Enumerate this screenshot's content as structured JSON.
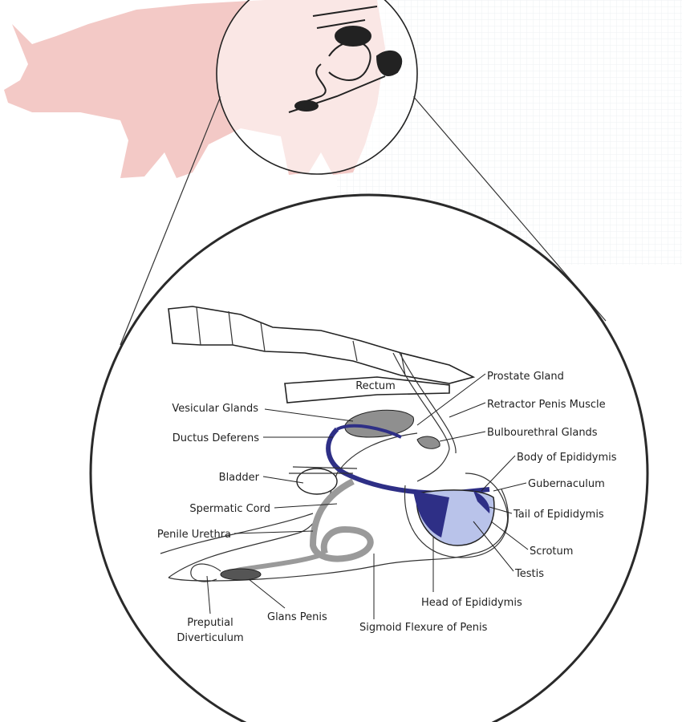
{
  "colors": {
    "pig": "#f3c9c6",
    "duct": "#2e2f86",
    "testis": "#b9c3ea",
    "gland": "#8f8f8f",
    "outline": "#222222"
  },
  "labels": {
    "rectum": "Rectum",
    "prostate_gland": "Prostate Gland",
    "retractor_penis_muscle": "Retractor Penis Muscle",
    "vesicular_glands": "Vesicular Glands",
    "bulbourethral_glands": "Bulbourethral Glands",
    "ductus_deferens": "Ductus Deferens",
    "body_of_epididymis": "Body of Epididymis",
    "bladder": "Bladder",
    "gubernaculum": "Gubernaculum",
    "spermatic_cord": "Spermatic Cord",
    "tail_of_epididymis": "Tail of Epididymis",
    "penile_urethra": "Penile Urethra",
    "scrotum": "Scrotum",
    "testis": "Testis",
    "head_of_epididymis": "Head of Epididymis",
    "glans_penis": "Glans Penis",
    "preputial_diverticulum_line1": "Preputial",
    "preputial_diverticulum_line2": "Diverticulum",
    "sigmoid_flexure": "Sigmoid Flexure of Penis"
  }
}
